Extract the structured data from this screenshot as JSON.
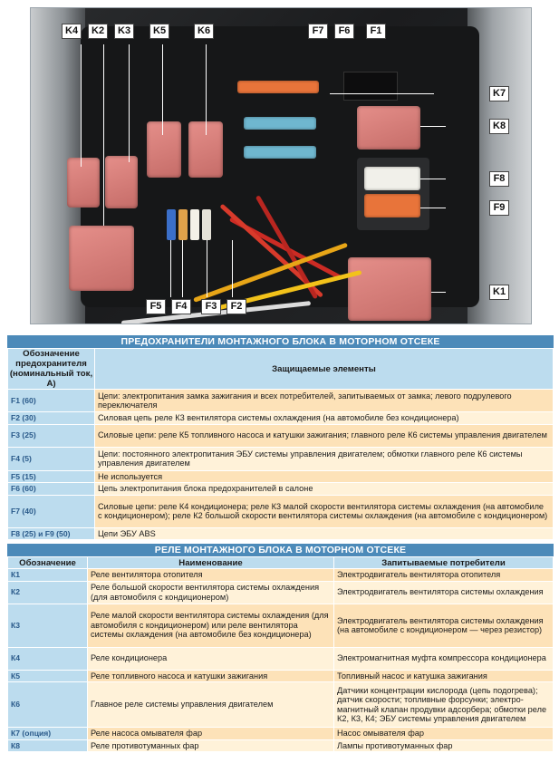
{
  "photo": {
    "labels_top": [
      "K4",
      "K2",
      "K3",
      "K5",
      "K6",
      "F7",
      "F6",
      "F1"
    ],
    "labels_right": [
      "K7",
      "K8",
      "F8",
      "F9",
      "K1"
    ],
    "labels_bottom": [
      "F5",
      "F4",
      "F3",
      "F2"
    ]
  },
  "fuses": {
    "title": "ПРЕДОХРАНИТЕЛИ МОНТАЖНОГО БЛОКА В МОТОРНОМ ОТСЕКЕ",
    "col_code": "Обозначение предохранителя (номинальный ток, А)",
    "col_desc": "Защищаемые элементы",
    "rows": [
      {
        "code": "F1 (60)",
        "desc": "Цепи: электропитания замка зажигания и всех потребителей, запитываемых от замка; левого подрулевого переключателя"
      },
      {
        "code": "F2 (30)",
        "desc": "Силовая цепь реле К3 вентилятора системы охлаждения (на автомобиле без кондиционера)"
      },
      {
        "code": "F3 (25)",
        "desc": "Силовые цепи: реле К5 топливного насоса и катушки зажигания; главного реле К6 системы управления двигателем"
      },
      {
        "code": "F4 (5)",
        "desc": "Цепи: постоянного электропитания ЭБУ системы управления двигателем; обмотки главного реле К6 системы управления двигателем"
      },
      {
        "code": "F5 (15)",
        "desc": "Не используется"
      },
      {
        "code": "F6 (60)",
        "desc": "Цепь электропитания блока предохранителей в салоне"
      },
      {
        "code": "F7 (40)",
        "desc": "Силовые цепи: реле К4 кондиционера; реле К3 малой скорости вентилятора системы охлаждения (на автомобиле с кондиционером); реле К2 большой скорости вентилятора системы охлаждения (на автомобиле с кондиционером)"
      },
      {
        "code": "F8 (25) и F9 (50)",
        "desc": "Цепи ЭБУ ABS"
      }
    ]
  },
  "relays": {
    "title": "РЕЛЕ МОНТАЖНОГО БЛОКА В МОТОРНОМ ОТСЕКЕ",
    "col_code": "Обозначение",
    "col_name": "Наименование",
    "col_load": "Запитываемые потребители",
    "rows": [
      {
        "code": "К1",
        "name": "Реле вентилятора отопителя",
        "load": "Электродвигатель вентилятора отопителя"
      },
      {
        "code": "К2",
        "name": "Реле большой скорости вентилятора системы охлаждения (для автомобиля с кондиционером)",
        "load": "Электродвигатель вентилятора системы охлаждения"
      },
      {
        "code": "К3",
        "name": "Реле малой скорости вентилятора системы охлаждения (для автомобиля с кондиционером) или реле вентилятора системы охлаждения (на автомобиле без кондиционера)",
        "load": "Электродвигатель вентилятора системы охлаждения (на автомобиле с кондиционером — через резистор)"
      },
      {
        "code": "К4",
        "name": "Реле кондиционера",
        "load": "Электромагнитная муфта компрессора кондиционера"
      },
      {
        "code": "К5",
        "name": "Реле топливного насоса и катушки зажигания",
        "load": "Топливный насос и катушка зажигания"
      },
      {
        "code": "К6",
        "name": "Главное реле системы управления двигателем",
        "load": "Датчики концентрации кислорода (цепь подогрева); датчик скорости; топливные форсунки; электро-магнитный клапан продувки адсорбера; обмотки реле К2, К3, К4; ЭБУ системы управления двигателем"
      },
      {
        "code": "К7 (опция)",
        "name": "Реле насоса омывателя фар",
        "load": "Насос омывателя фар"
      },
      {
        "code": "К8",
        "name": "Реле противотуманных фар",
        "load": "Лампы противотуманных фар"
      }
    ]
  }
}
